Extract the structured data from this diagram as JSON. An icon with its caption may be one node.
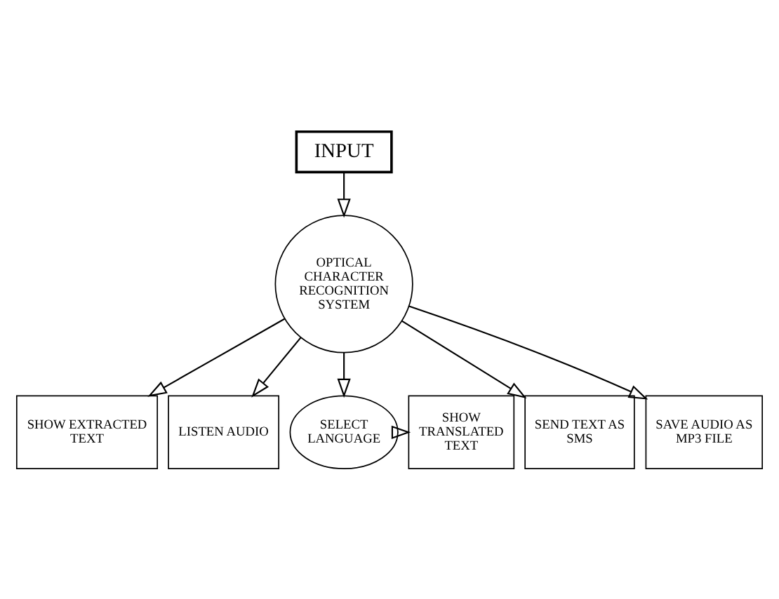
{
  "diagram": {
    "nodes": [
      {
        "text": [
          "INPUT"
        ]
      },
      {
        "text": [
          "OPTICAL CHARACTER RECOGNITION SYSTEM"
        ]
      },
      {
        "text": [
          "SHOW EXTRACTED TEXT"
        ]
      },
      {
        "text": [
          "LISTEN AUDIO"
        ]
      },
      {
        "text": [
          "SELECT LANGUAGE"
        ]
      },
      {
        "text": [
          "SHOW TRANSLATED TEXT"
        ]
      },
      {
        "text": [
          "SEND TEXT AS SMS"
        ]
      },
      {
        "text": [
          "SAVE AUDIO AS MP3 FILE"
        ]
      }
    ],
    "edges": [
      {
        "from": 0,
        "to": 1,
        "arrow": "to"
      },
      {
        "from": 1,
        "to": 2,
        "arrow": "to"
      },
      {
        "from": 1,
        "to": 3,
        "arrow": "to"
      },
      {
        "from": 1,
        "to": 4,
        "arrow": "to"
      },
      {
        "from": 1,
        "to": 6,
        "arrow": "to"
      },
      {
        "from": 1,
        "to": 7,
        "arrow": "to"
      },
      {
        "from": 4,
        "to": 5,
        "arrow": "to"
      }
    ]
  }
}
